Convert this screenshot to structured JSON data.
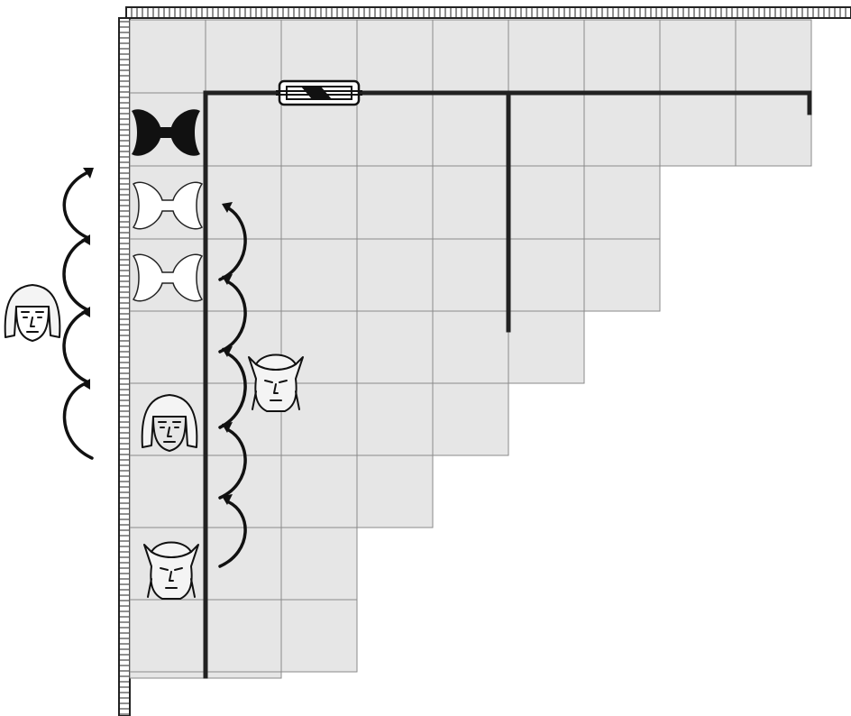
{
  "board": {
    "columns": 9,
    "rows": 9,
    "floor_color": "#e6e6e6",
    "line_color": "#8a8a8a",
    "wall_color": "#222222"
  },
  "pieces": [
    {
      "kind": "double-axe-solid",
      "col": 1,
      "row": 2
    },
    {
      "kind": "double-axe-outline",
      "col": 1,
      "row": 3
    },
    {
      "kind": "double-axe-outline",
      "col": 1,
      "row": 4
    },
    {
      "kind": "barbarian-head",
      "col": 1,
      "row": 6
    },
    {
      "kind": "elf-head",
      "col": 1,
      "row": 8
    },
    {
      "kind": "elf-head",
      "col": 2,
      "row": 5.3
    },
    {
      "kind": "barbarian-head",
      "col": -1,
      "row": 5
    },
    {
      "kind": "door",
      "col": 3,
      "row": 1.25
    }
  ],
  "icons": [
    "double-axe-icon",
    "barbarian-head-icon",
    "elf-head-icon",
    "door-icon",
    "curved-arrow-icon"
  ]
}
